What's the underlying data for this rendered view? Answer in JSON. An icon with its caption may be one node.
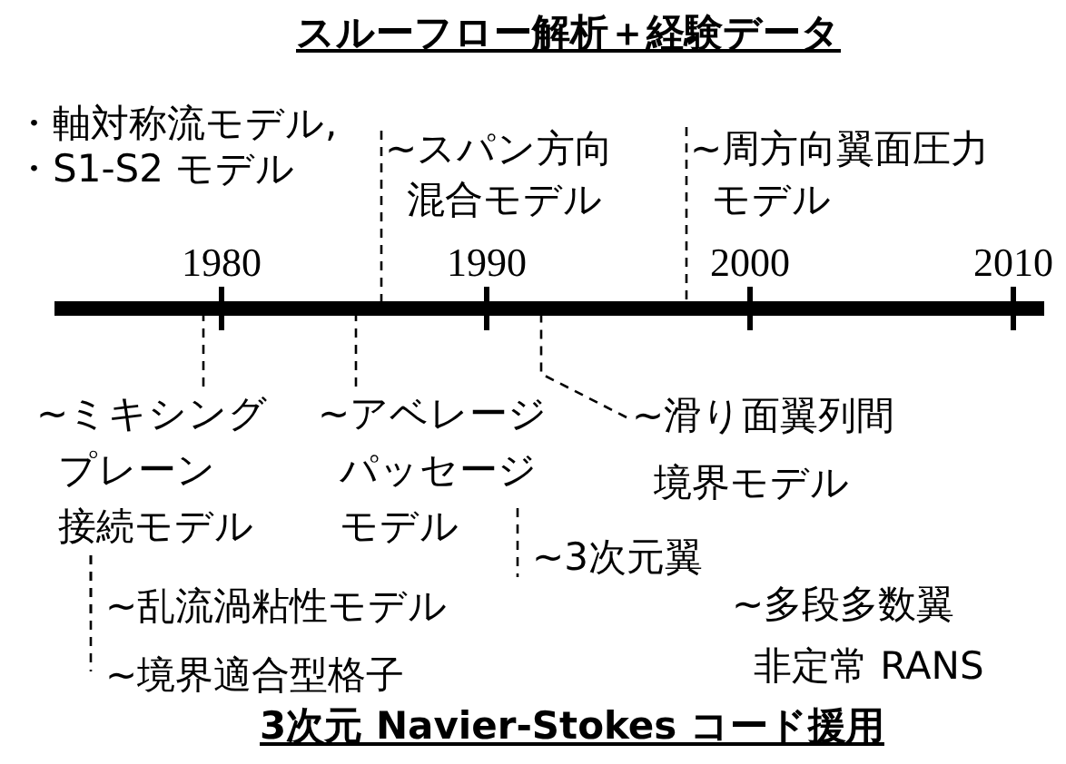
{
  "diagram": {
    "title": "スルーフロー解析＋経験データ",
    "caption": "3次元 Navier-Stokes コード援用",
    "nodes": [
      {
        "text": [],
        "shape": "bar"
      },
      {
        "text": [
          "~スパン方向混合モデル"
        ]
      },
      {
        "text": [
          "~周方向翼面圧力モデル"
        ]
      },
      {
        "text": [
          "~ミキシングプレーン接続モデル"
        ]
      },
      {
        "text": [
          "~アベレージパッセージモデル"
        ]
      },
      {
        "text": [
          "~滑り面翼列間境界モデル"
        ]
      },
      {
        "text": [
          "~3次元翼"
        ]
      },
      {
        "text": [
          "~乱流渦粘性モデル"
        ]
      },
      {
        "text": [
          "~境界適合型格子"
        ]
      }
    ],
    "edges": [
      {
        "from": 1,
        "to": 0,
        "arrow": "none",
        "style": "dashed"
      },
      {
        "from": 2,
        "to": 0,
        "arrow": "none",
        "style": "dashed"
      },
      {
        "from": 3,
        "to": 0,
        "arrow": "none",
        "style": "dashed"
      },
      {
        "from": 4,
        "to": 0,
        "arrow": "none",
        "style": "dashed"
      },
      {
        "from": 5,
        "to": 0,
        "arrow": "none",
        "style": "dashed"
      },
      {
        "from": 3,
        "to": 7,
        "arrow": "none",
        "style": "dashed"
      },
      {
        "from": 3,
        "to": 8,
        "arrow": "none",
        "style": "dashed"
      },
      {
        "from": 4,
        "to": 6,
        "arrow": "none",
        "style": "dashed"
      }
    ],
    "labels": [
      "・軸対称流モデル,",
      "・S1-S2 モデル",
      "1980",
      "1990",
      "2000",
      "2010",
      "~多段多数翼非定常 RANS"
    ]
  }
}
